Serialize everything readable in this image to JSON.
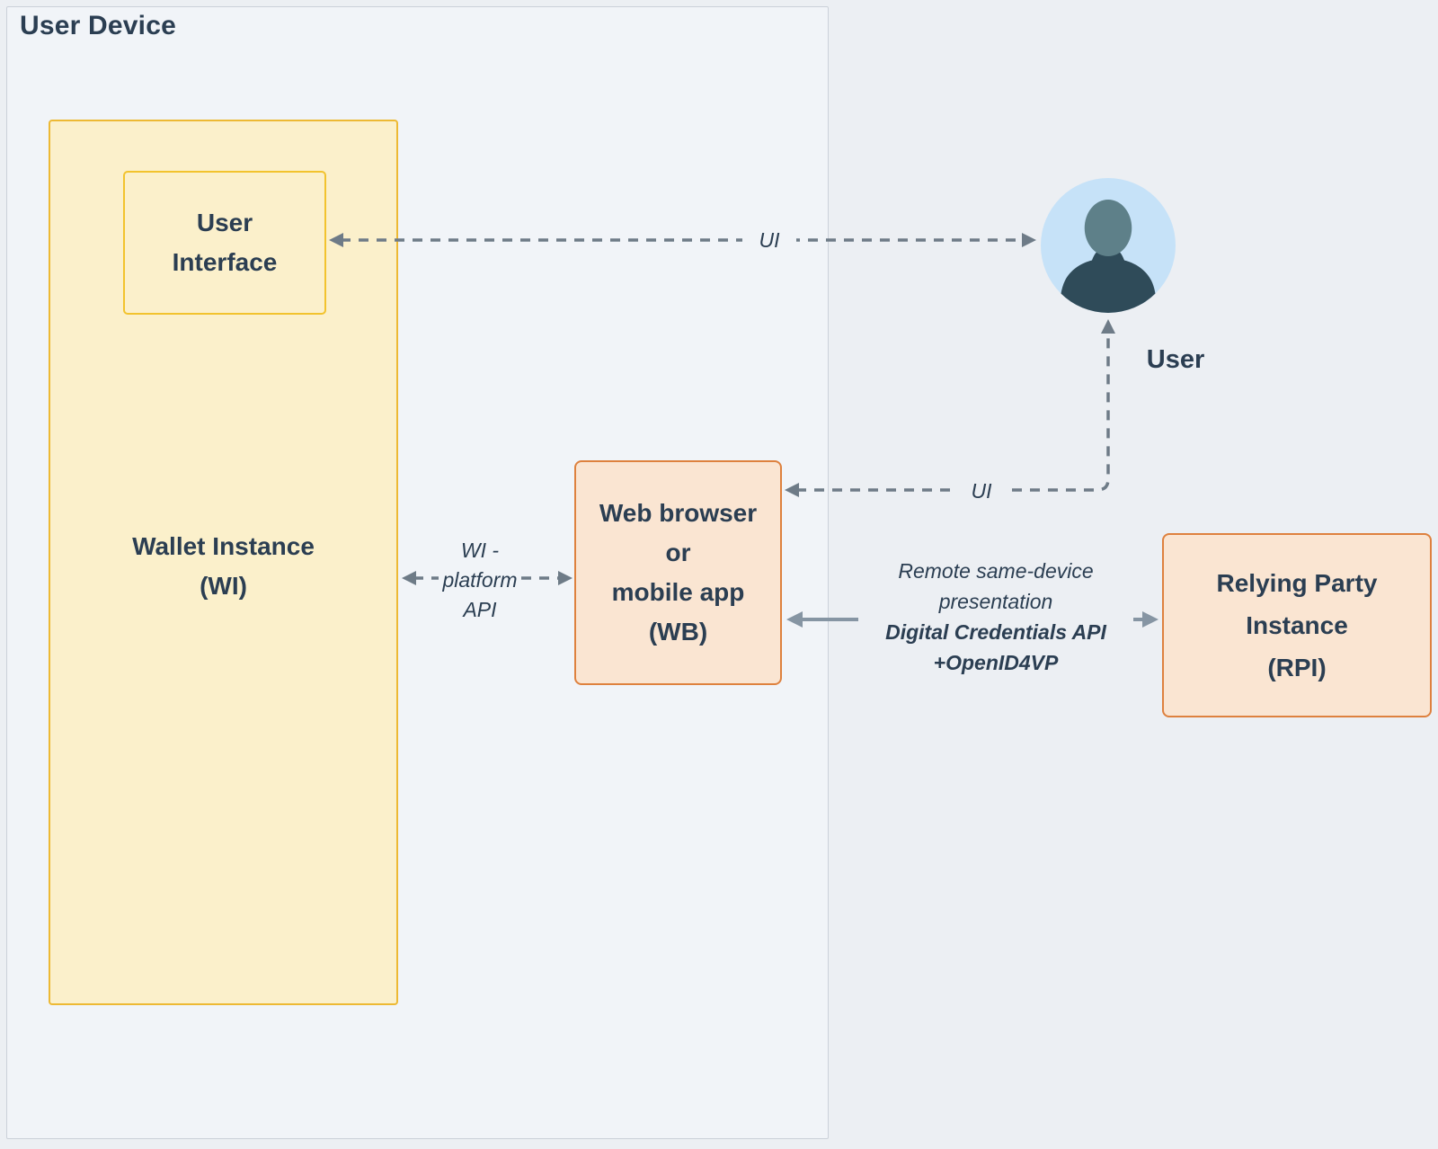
{
  "diagram": {
    "container": {
      "title": "User Device"
    },
    "wallet": {
      "lines": [
        "Wallet Instance",
        "(WI)"
      ]
    },
    "user_interface": {
      "lines": [
        "User",
        "Interface"
      ]
    },
    "web_browser": {
      "lines": [
        "Web browser",
        "or",
        "mobile app",
        "(WB)"
      ]
    },
    "relying_party": {
      "lines": [
        "Relying Party",
        "Instance",
        "(RPI)"
      ]
    },
    "user": {
      "label": "User"
    },
    "edges": {
      "ui_top": {
        "label": "UI"
      },
      "ui_browser": {
        "label": "UI"
      },
      "wi_platform": {
        "lines": [
          "WI -",
          "platform",
          "API"
        ]
      },
      "presentation": {
        "lines": [
          "Remote same-device",
          "presentation",
          "Digital Credentials API",
          "+OpenID4VP"
        ]
      }
    },
    "colors": {
      "page_background": "#ECEFF3",
      "container_background": "#F1F4F8",
      "yellow_fill": "#FBF0CB",
      "yellow_border": "#EDB934",
      "peach_fill": "#FAE5D2",
      "orange_border": "#DE813E",
      "navy_text": "#2B3E52",
      "dashed_arrow": "#6E7B87",
      "solid_arrow": "#8695A3",
      "avatar_circle": "#C6E2F8",
      "avatar_head": "#5E8089",
      "avatar_body": "#2F4B59"
    }
  }
}
